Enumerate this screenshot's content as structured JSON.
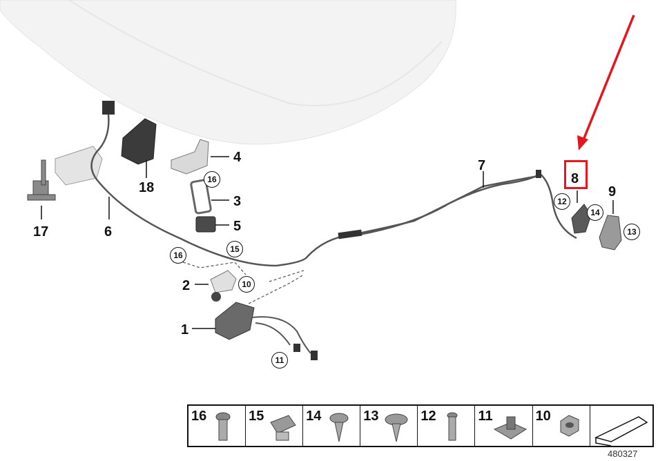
{
  "diagram": {
    "square_labels": [
      {
        "id": "p17",
        "text": "17"
      },
      {
        "id": "p6",
        "text": "6"
      },
      {
        "id": "p18",
        "text": "18"
      },
      {
        "id": "p4",
        "text": "4"
      },
      {
        "id": "p3",
        "text": "3"
      },
      {
        "id": "p5",
        "text": "5"
      },
      {
        "id": "p7",
        "text": "7"
      },
      {
        "id": "p8",
        "text": "8"
      },
      {
        "id": "p9",
        "text": "9"
      },
      {
        "id": "p2",
        "text": "2"
      },
      {
        "id": "p1",
        "text": "1"
      }
    ],
    "circle_labels": [
      {
        "id": "c16a",
        "text": "16"
      },
      {
        "id": "c15",
        "text": "15"
      },
      {
        "id": "c16b",
        "text": "16"
      },
      {
        "id": "c10",
        "text": "10"
      },
      {
        "id": "c11",
        "text": "11"
      },
      {
        "id": "c12",
        "text": "12"
      },
      {
        "id": "c14",
        "text": "14"
      },
      {
        "id": "c13",
        "text": "13"
      }
    ],
    "highlight_color": "#e8141b"
  },
  "legend": {
    "cells": [
      "16",
      "15",
      "14",
      "13",
      "12",
      "11",
      "10"
    ]
  },
  "diagram_code": "480327"
}
